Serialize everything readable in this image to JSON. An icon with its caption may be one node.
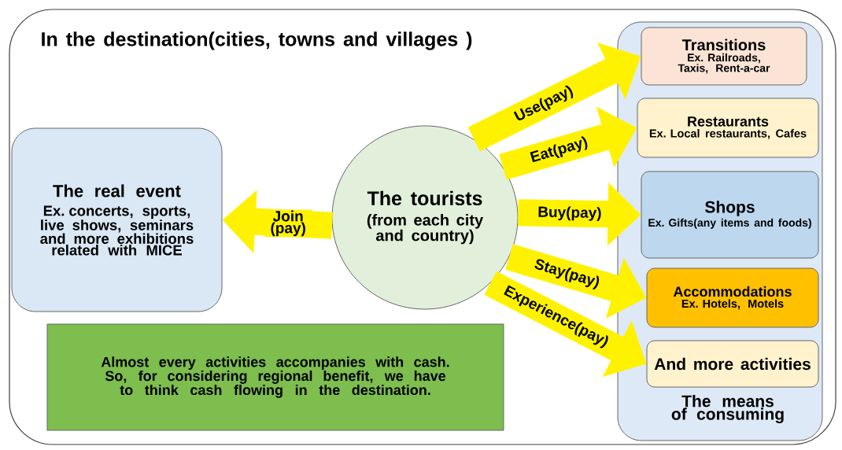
{
  "diagram": {
    "nodes": [
      {
        "text": [
          "In  the destination(cities, towns and villages )"
        ]
      },
      {
        "text": [
          "The real event",
          "Ex. concerts, sports, live shows, seminars and more exhibitions related with MICE"
        ],
        "in": 0
      },
      {
        "text": [
          "The tourists",
          "(from each city and country)"
        ],
        "in": 0
      },
      {
        "text": [
          "The means of consuming"
        ],
        "in": 0
      },
      {
        "text": [
          "Transitions",
          "Ex. Railroads, Taxis, Rent-a-car"
        ],
        "in": 3
      },
      {
        "text": [
          "Restaurants",
          "Ex. Local restaurants, Cafes"
        ],
        "in": 3
      },
      {
        "text": [
          "Shops",
          "Ex. Gifts(any items and foods)"
        ],
        "in": 3
      },
      {
        "text": [
          "Accommodations",
          "Ex. Hotels, Motels"
        ],
        "in": 3
      },
      {
        "text": [
          "And more activities"
        ],
        "in": 3
      },
      {
        "text": [
          "Almost every activities accompanies with cash. So, for considering regional benefit, we have to think cash flowing in the destination."
        ],
        "in": 0
      }
    ],
    "edges": [
      {
        "from": 2,
        "to": 1,
        "arrow": "to",
        "label": "Join (pay)"
      },
      {
        "from": 2,
        "to": 4,
        "arrow": "to",
        "label": "Use(pay)"
      },
      {
        "from": 2,
        "to": 5,
        "arrow": "to",
        "label": "Eat(pay)"
      },
      {
        "from": 2,
        "to": 6,
        "arrow": "to",
        "label": "Buy(pay)"
      },
      {
        "from": 2,
        "to": 7,
        "arrow": "to",
        "label": "Stay(pay)"
      },
      {
        "from": 2,
        "to": 8,
        "arrow": "to",
        "label": "Experience(pay)"
      }
    ]
  }
}
